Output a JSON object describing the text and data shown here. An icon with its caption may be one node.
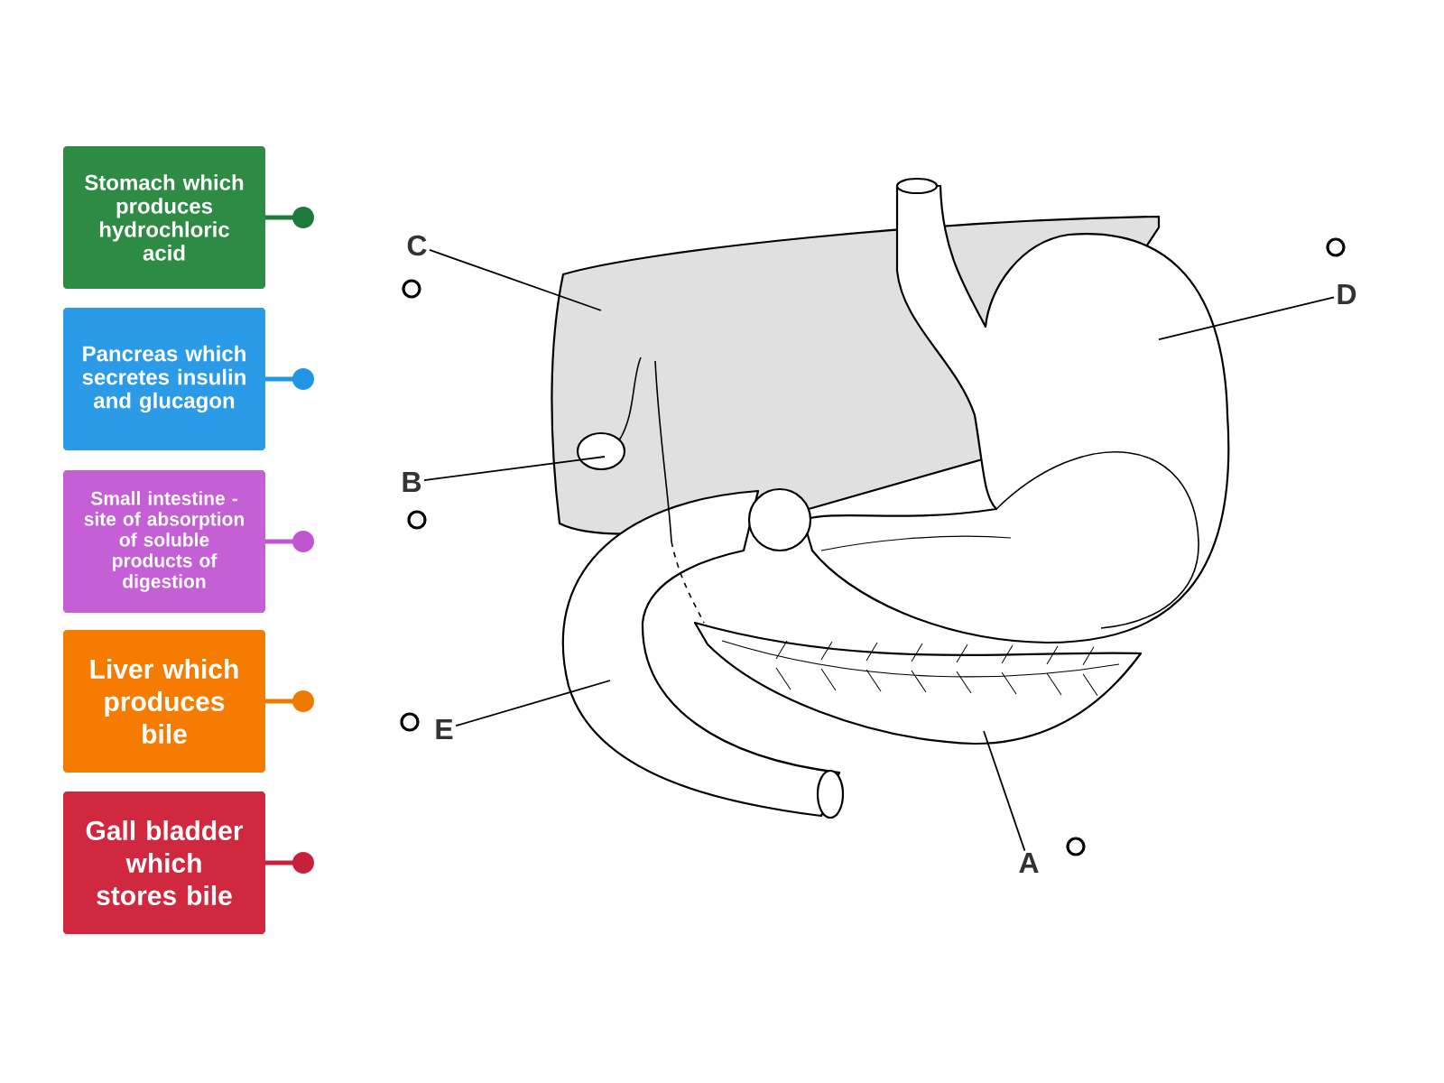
{
  "diagram": {
    "nodes": [
      {
        "text": [
          "Stomach which produces hydrochloric acid"
        ]
      },
      {
        "text": [
          "Pancreas which secretes insulin and glucagon"
        ]
      },
      {
        "text": [
          "Small intestine - site of absorption of soluble products of digestion"
        ]
      },
      {
        "text": [
          "Liver which produces bile"
        ]
      },
      {
        "text": [
          "Gall bladder which stores bile"
        ]
      },
      {
        "text": [
          "C"
        ]
      },
      {
        "text": [
          "D"
        ]
      },
      {
        "text": [
          "B"
        ]
      },
      {
        "text": [
          "E"
        ]
      },
      {
        "text": [
          "A"
        ]
      },
      {
        "text": [],
        "shape": "circle"
      },
      {
        "text": [],
        "shape": "circle"
      },
      {
        "text": [],
        "shape": "circle"
      },
      {
        "text": [],
        "shape": "circle"
      },
      {
        "text": [],
        "shape": "circle"
      }
    ],
    "edges": [
      {
        "from": 5,
        "to": null,
        "arrow": "none"
      },
      {
        "from": 6,
        "to": null,
        "arrow": "none"
      },
      {
        "from": 7,
        "to": null,
        "arrow": "none"
      },
      {
        "from": 8,
        "to": null,
        "arrow": "none"
      },
      {
        "from": 9,
        "to": null,
        "arrow": "none"
      }
    ]
  }
}
